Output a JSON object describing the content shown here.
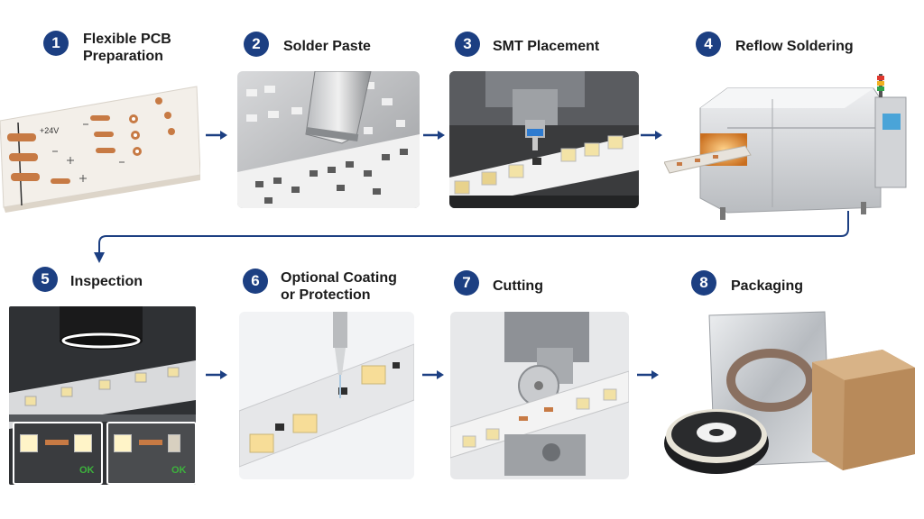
{
  "steps": [
    {
      "num": "1",
      "title_line1": "Flexible PCB",
      "title_line2": "Preparation",
      "photo_label": "+24V"
    },
    {
      "num": "2",
      "title_line1": "Solder Paste",
      "title_line2": ""
    },
    {
      "num": "3",
      "title_line1": "SMT Placement",
      "title_line2": ""
    },
    {
      "num": "4",
      "title_line1": "Reflow Soldering",
      "title_line2": ""
    },
    {
      "num": "5",
      "title_line1": "Inspection",
      "title_line2": "",
      "ok_left": "OK",
      "ok_right": "OK"
    },
    {
      "num": "6",
      "title_line1": "Optional Coating",
      "title_line2": "or Protection"
    },
    {
      "num": "7",
      "title_line1": "Cutting",
      "title_line2": ""
    },
    {
      "num": "8",
      "title_line1": "Packaging",
      "title_line2": ""
    }
  ],
  "colors": {
    "accent": "#1c3f82",
    "ok_green": "#3db23d",
    "copper": "#c77a44"
  }
}
